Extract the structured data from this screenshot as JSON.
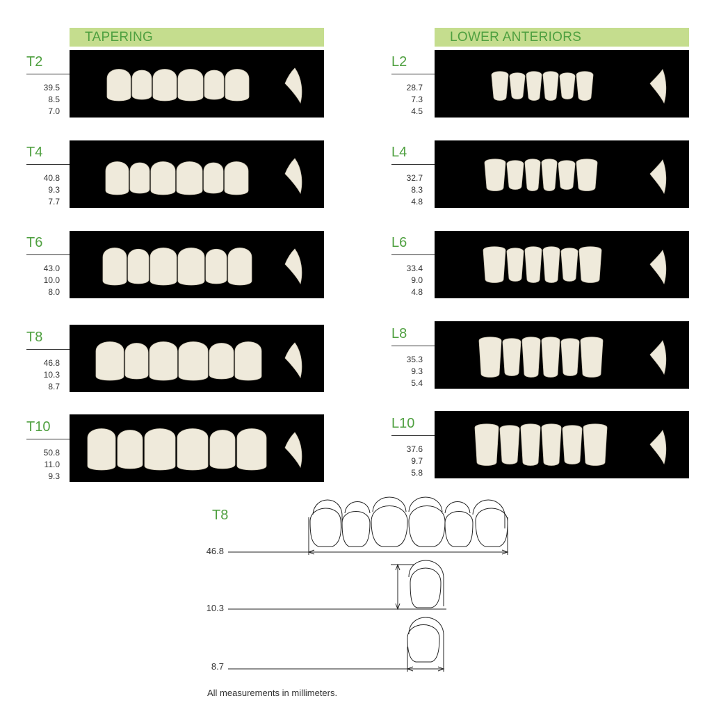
{
  "sections": {
    "tapering": {
      "title": "TAPERING",
      "rows": [
        {
          "code": "T2",
          "measurements": [
            "39.5",
            "8.5",
            "7.0"
          ]
        },
        {
          "code": "T4",
          "measurements": [
            "40.8",
            "9.3",
            "7.7"
          ]
        },
        {
          "code": "T6",
          "measurements": [
            "43.0",
            "10.0",
            "8.0"
          ]
        },
        {
          "code": "T8",
          "measurements": [
            "46.8",
            "10.3",
            "8.7"
          ]
        },
        {
          "code": "T10",
          "measurements": [
            "50.8",
            "11.0",
            "9.3"
          ]
        }
      ]
    },
    "lower": {
      "title": "LOWER ANTERIORS",
      "rows": [
        {
          "code": "L2",
          "measurements": [
            "28.7",
            "7.3",
            "4.5"
          ]
        },
        {
          "code": "L4",
          "measurements": [
            "32.7",
            "8.3",
            "4.8"
          ]
        },
        {
          "code": "L6",
          "measurements": [
            "33.4",
            "9.0",
            "4.8"
          ]
        },
        {
          "code": "L8",
          "measurements": [
            "35.3",
            "9.3",
            "5.4"
          ]
        },
        {
          "code": "L10",
          "measurements": [
            "37.6",
            "9.7",
            "5.8"
          ]
        }
      ]
    }
  },
  "diagram": {
    "title": "T8",
    "width_label": "46.8",
    "height_label": "10.3",
    "depth_label": "8.7"
  },
  "footnote": "All measurements in millimeters.",
  "colors": {
    "accent_green": "#4fa040",
    "header_bg": "#c5dd8e",
    "panel_bg": "#000000",
    "tooth": "#efeadb"
  }
}
